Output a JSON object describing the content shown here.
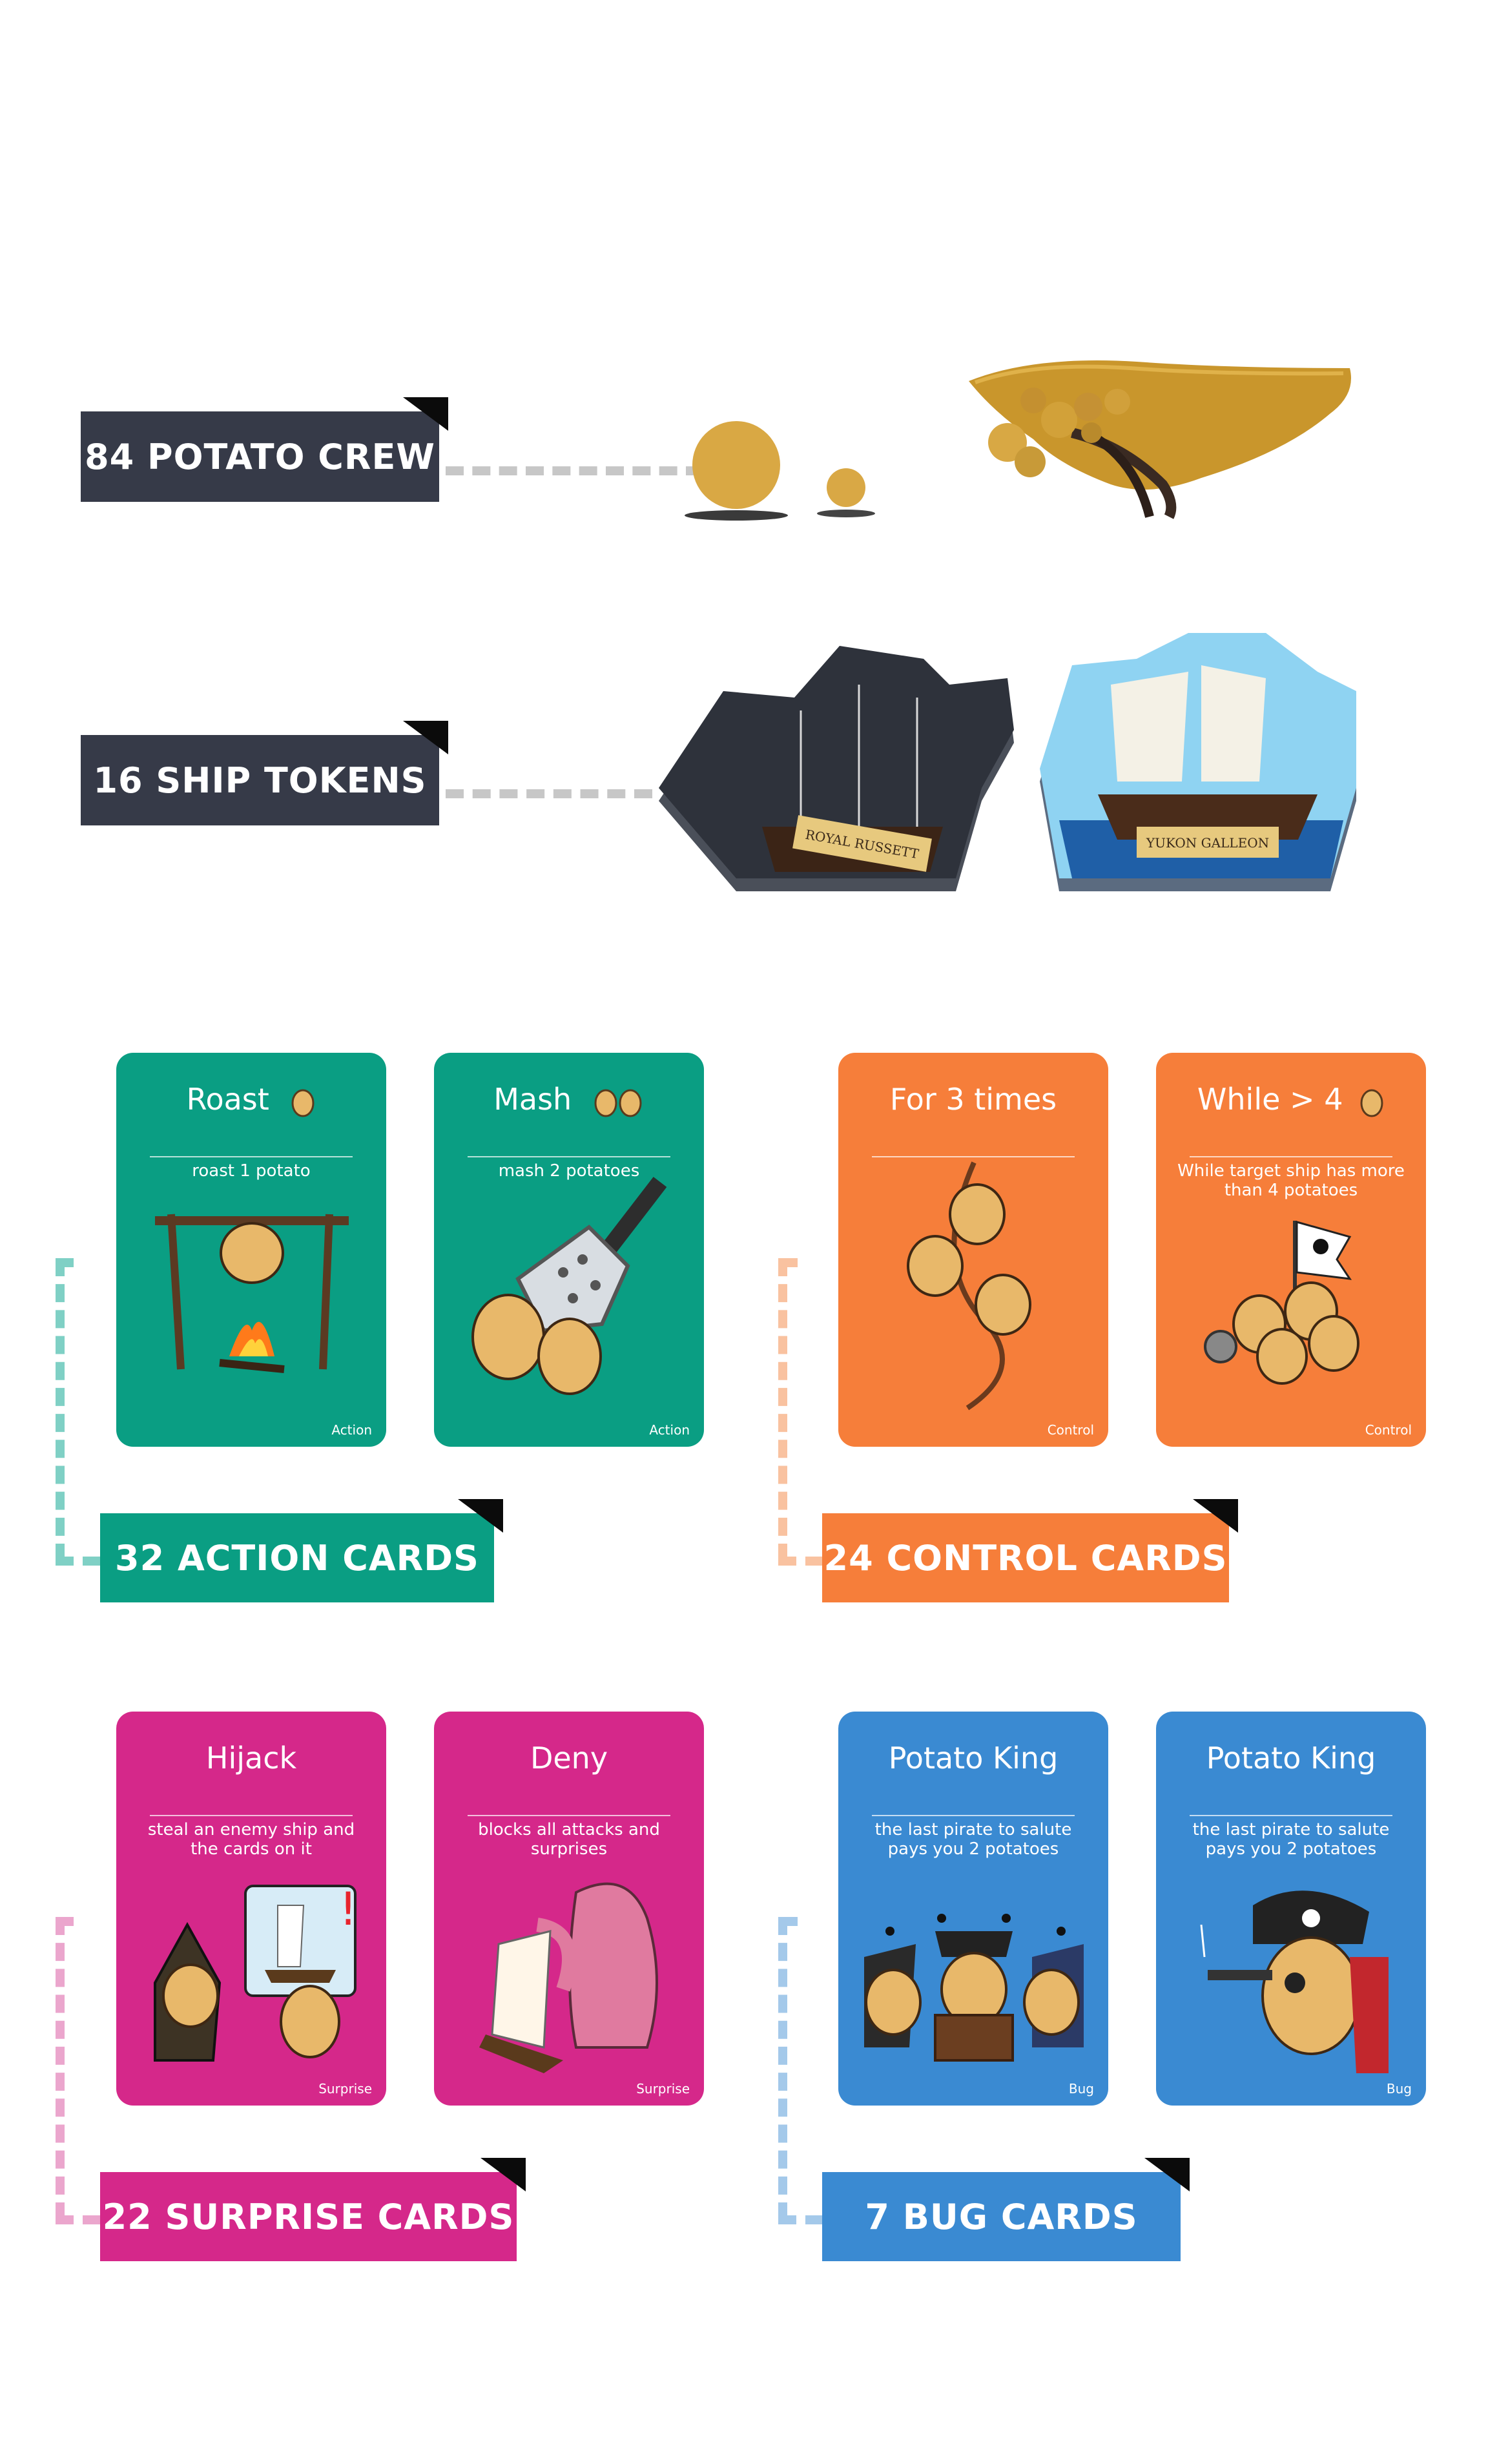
{
  "components": {
    "potato_crew": "84 POTATO CREW",
    "ship_tokens": "16 SHIP TOKENS",
    "ship_names": [
      "ROYAL RUSSETT",
      "YUKON GALLEON"
    ]
  },
  "groups": [
    {
      "label": "32 ACTION CARDS",
      "color": "#0a9e83",
      "cards": [
        {
          "title": "Roast",
          "desc": "roast 1 potato",
          "type": "Action"
        },
        {
          "title": "Mash",
          "desc": "mash 2 potatoes",
          "type": "Action"
        }
      ]
    },
    {
      "label": "24 CONTROL CARDS",
      "color": "#f67e3a",
      "cards": [
        {
          "title": "For 3 times",
          "desc": "",
          "type": "Control"
        },
        {
          "title": "While > 4",
          "desc": "While target ship has more than 4 potatoes",
          "type": "Control"
        }
      ]
    },
    {
      "label": "22 SURPRISE CARDS",
      "color": "#d5288a",
      "cards": [
        {
          "title": "Hijack",
          "desc": "steal an enemy ship and the cards on it",
          "type": "Surprise"
        },
        {
          "title": "Deny",
          "desc": "blocks all attacks and surprises",
          "type": "Surprise"
        }
      ]
    },
    {
      "label": "7 BUG CARDS",
      "color": "#3a8ad2",
      "cards": [
        {
          "title": "Potato King",
          "desc": "the last pirate to salute pays you 2 potatoes",
          "type": "Bug"
        },
        {
          "title": "Potato King",
          "desc": "the last pirate to salute pays you 2 potatoes",
          "type": "Bug"
        }
      ]
    }
  ],
  "icons": [
    "potato-icon",
    "pom-pom-icon",
    "burlap-sack-icon",
    "ship-token-icon",
    "pirate-flag-icon"
  ]
}
